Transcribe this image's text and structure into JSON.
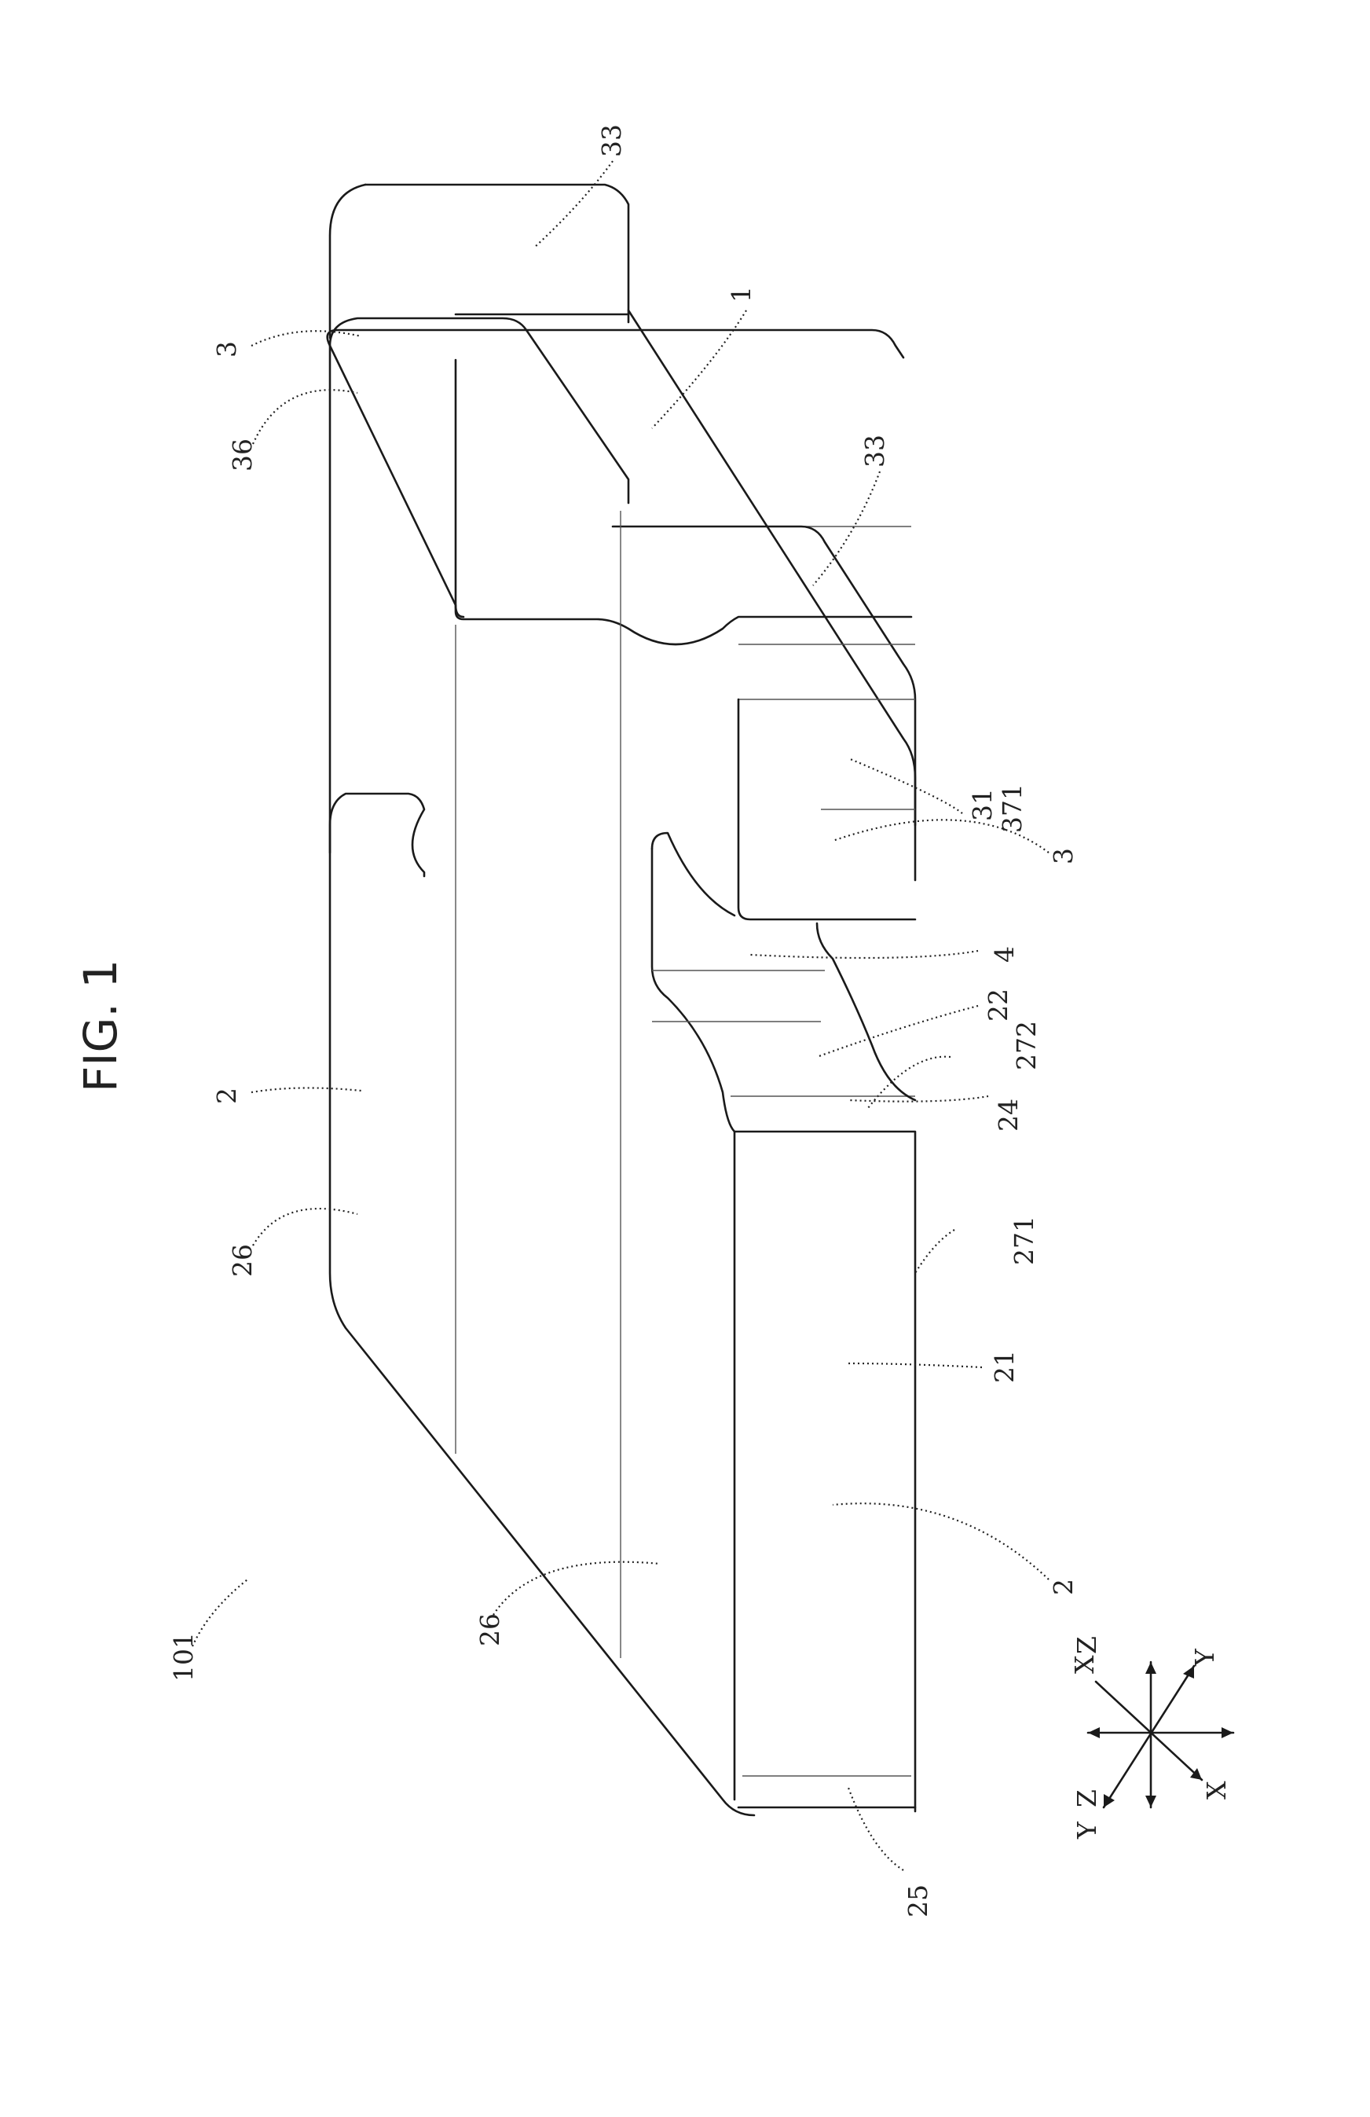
{
  "title": "FIG. 1",
  "labels": {
    "l101": "101",
    "l2a": "2",
    "l2b": "2",
    "l26a": "26",
    "l26b": "26",
    "l3a": "3",
    "l3b": "3",
    "l36": "36",
    "l33a": "33",
    "l33b": "33",
    "l1": "1",
    "l31": "31",
    "l371": "371",
    "l4": "4",
    "l22": "22",
    "l272": "272",
    "l24": "24",
    "l271": "271",
    "l21": "21",
    "l25": "25"
  },
  "axes": {
    "ax_x_top": "X",
    "ax_y_top": "Y",
    "ax_z_left": "Z",
    "ax_z_right": "Z",
    "ax_y_bottom": "Y",
    "ax_x_bottom": "X"
  }
}
